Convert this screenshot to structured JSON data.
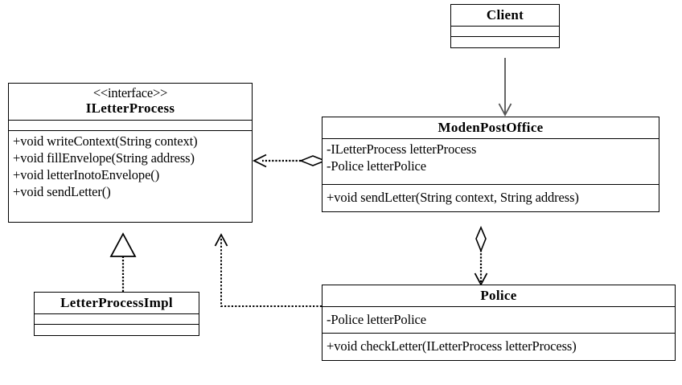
{
  "diagram": {
    "kind": "uml-class-diagram",
    "title": "",
    "background_color": "#ffffff",
    "line_color": "#000000",
    "client_edge_color": "#555555"
  },
  "classes": {
    "client": {
      "name": "Client",
      "stereotype": "",
      "attributes": [],
      "operations": []
    },
    "iletterprocess": {
      "name": "ILetterProcess",
      "stereotype": "<<interface>>",
      "attributes": [],
      "operations": [
        "+void writeContext(String context)",
        "+void fillEnvelope(String address)",
        "+void letterInotoEnvelope()",
        "+void sendLetter()"
      ]
    },
    "modenpostoffice": {
      "name": "ModenPostOffice",
      "stereotype": "",
      "attributes": [
        "-ILetterProcess letterProcess",
        "-Police letterPolice"
      ],
      "operations": [
        "+void sendLetter(String context, String address)"
      ]
    },
    "letterprocessimpl": {
      "name": "LetterProcessImpl",
      "stereotype": "",
      "attributes": [],
      "operations": []
    },
    "police": {
      "name": "Police",
      "stereotype": "",
      "attributes": [
        "-Police letterPolice"
      ],
      "operations": [
        "+void checkLetter(ILetterProcess letterProcess)"
      ]
    }
  },
  "relationships": [
    {
      "id": "client-to-modenpostoffice",
      "from": "Client",
      "to": "ModenPostOffice",
      "type": "association",
      "line": "solid",
      "source_decoration": "none",
      "target_decoration": "open-arrow"
    },
    {
      "id": "modenpostoffice-to-iletterprocess",
      "from": "ModenPostOffice",
      "to": "ILetterProcess",
      "type": "aggregation-dependency",
      "line": "dotted",
      "source_decoration": "hollow-diamond",
      "target_decoration": "open-arrow"
    },
    {
      "id": "modenpostoffice-to-police",
      "from": "ModenPostOffice",
      "to": "Police",
      "type": "aggregation-dependency",
      "line": "dotted",
      "source_decoration": "hollow-diamond",
      "target_decoration": "open-arrow"
    },
    {
      "id": "letterprocessimpl-to-iletterprocess",
      "from": "LetterProcessImpl",
      "to": "ILetterProcess",
      "type": "realization",
      "line": "dotted",
      "source_decoration": "none",
      "target_decoration": "hollow-triangle"
    },
    {
      "id": "police-to-iletterprocess",
      "from": "Police",
      "to": "ILetterProcess",
      "type": "dependency",
      "line": "dotted",
      "source_decoration": "none",
      "target_decoration": "open-arrow"
    }
  ]
}
